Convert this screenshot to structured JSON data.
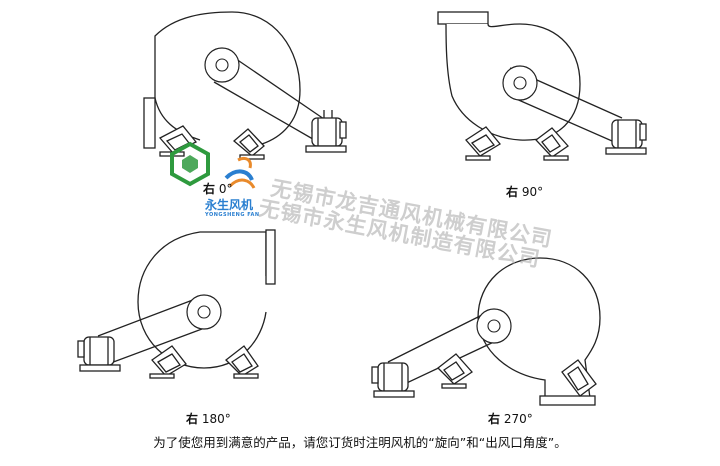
{
  "figures": [
    {
      "prefix": "右",
      "angle": "0°"
    },
    {
      "prefix": "右",
      "angle": "90°"
    },
    {
      "prefix": "右",
      "angle": "180°"
    },
    {
      "prefix": "右",
      "angle": "270°"
    }
  ],
  "watermark": {
    "line1": "无锡市龙吉通风机械有限公司",
    "line2": "无锡市永生风机制造有限公司"
  },
  "logo": {
    "name": "永生风机",
    "pinyin": "YONGSHENG FAN",
    "colors": {
      "green": "#2e9a3e",
      "blue": "#2a7fd0",
      "orange": "#e98a2b"
    }
  },
  "caption": "为了使您用到满意的产品，请您订货时注明风机的“旋向”和“出风口角度”。"
}
